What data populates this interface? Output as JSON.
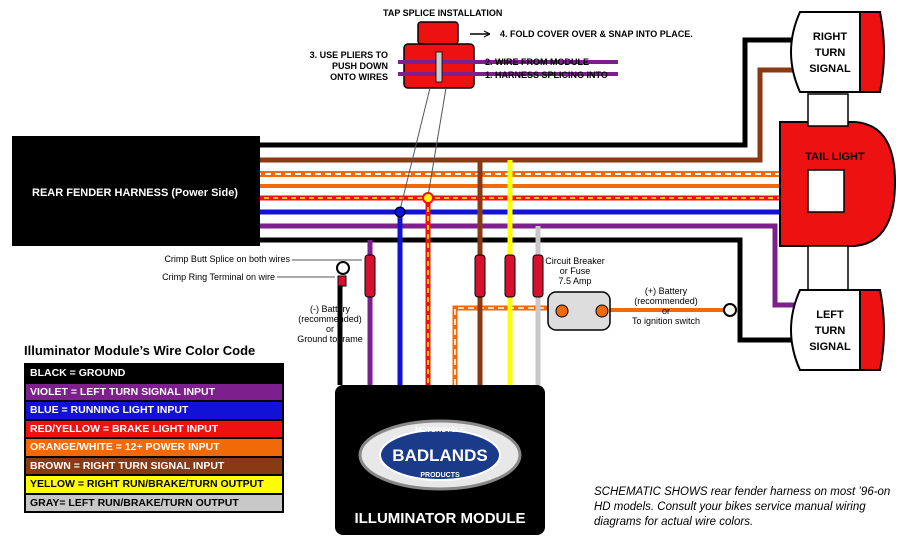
{
  "harness_label": "REAR FENDER HARNESS (Power Side)",
  "tail_light_label": "TAIL LIGHT",
  "right_signal_label": [
    "RIGHT",
    "TURN",
    "SIGNAL"
  ],
  "left_signal_label": [
    "LEFT",
    "TURN",
    "SIGNAL"
  ],
  "module_label": "ILLUMINATOR MODULE",
  "badge": {
    "brand": "BADLANDS",
    "ring_top": "MOTORCYCLE",
    "ring_bottom": "PRODUCTS"
  },
  "tap_splice": {
    "title": "TAP SPLICE INSTALLATION",
    "step4": "4. FOLD COVER OVER & SNAP INTO PLACE.",
    "step2": "2. WIRE FROM MODULE",
    "step1": "1. HARNESS SPLICING INTO",
    "step3": [
      "3. USE PLIERS TO",
      "PUSH DOWN",
      "ONTO WIRES"
    ]
  },
  "callouts": {
    "crimp_butt": "Crimp Butt Splice on both wires",
    "crimp_ring": "Crimp Ring Terminal on wire",
    "neg_battery": [
      "(-) Battery",
      "(recommended)",
      "or",
      "Ground to frame"
    ],
    "breaker": [
      "Circuit Breaker",
      "or Fuse",
      "7.5 Amp"
    ],
    "pos_battery": [
      "(+) Battery",
      "(recommended)",
      "or",
      "To ignition switch"
    ]
  },
  "legend": {
    "title": "Illuminator Module’s Wire Color Code",
    "rows": [
      {
        "text": "BLACK = GROUND",
        "bg": "#000000",
        "fg": "#ffffff"
      },
      {
        "text": "VIOLET = LEFT TURN SIGNAL INPUT",
        "bg": "#7d1f8c",
        "fg": "#ffffff"
      },
      {
        "text": "BLUE = RUNNING LIGHT INPUT",
        "bg": "#1212d6",
        "fg": "#ffffff"
      },
      {
        "text": "RED/YELLOW = BRAKE LIGHT INPUT",
        "bg": "#ee1111",
        "fg": "#ffffff"
      },
      {
        "text": "ORANGE/WHITE = 12+ POWER INPUT",
        "bg": "#f26a08",
        "fg": "#ffffff"
      },
      {
        "text": "BROWN = RIGHT TURN SIGNAL INPUT",
        "bg": "#8a3a12",
        "fg": "#ffffff"
      },
      {
        "text": "YELLOW = RIGHT RUN/BRAKE/TURN OUTPUT",
        "bg": "#ffff00",
        "fg": "#000000"
      },
      {
        "text": "GRAY= LEFT RUN/BRAKE/TURN OUTPUT",
        "bg": "#c8c8c8",
        "fg": "#000000"
      }
    ]
  },
  "note": "SCHEMATIC SHOWS rear fender harness on most ’96-on HD models.  Consult your bikes service manual wiring diagrams for actual wire colors."
}
